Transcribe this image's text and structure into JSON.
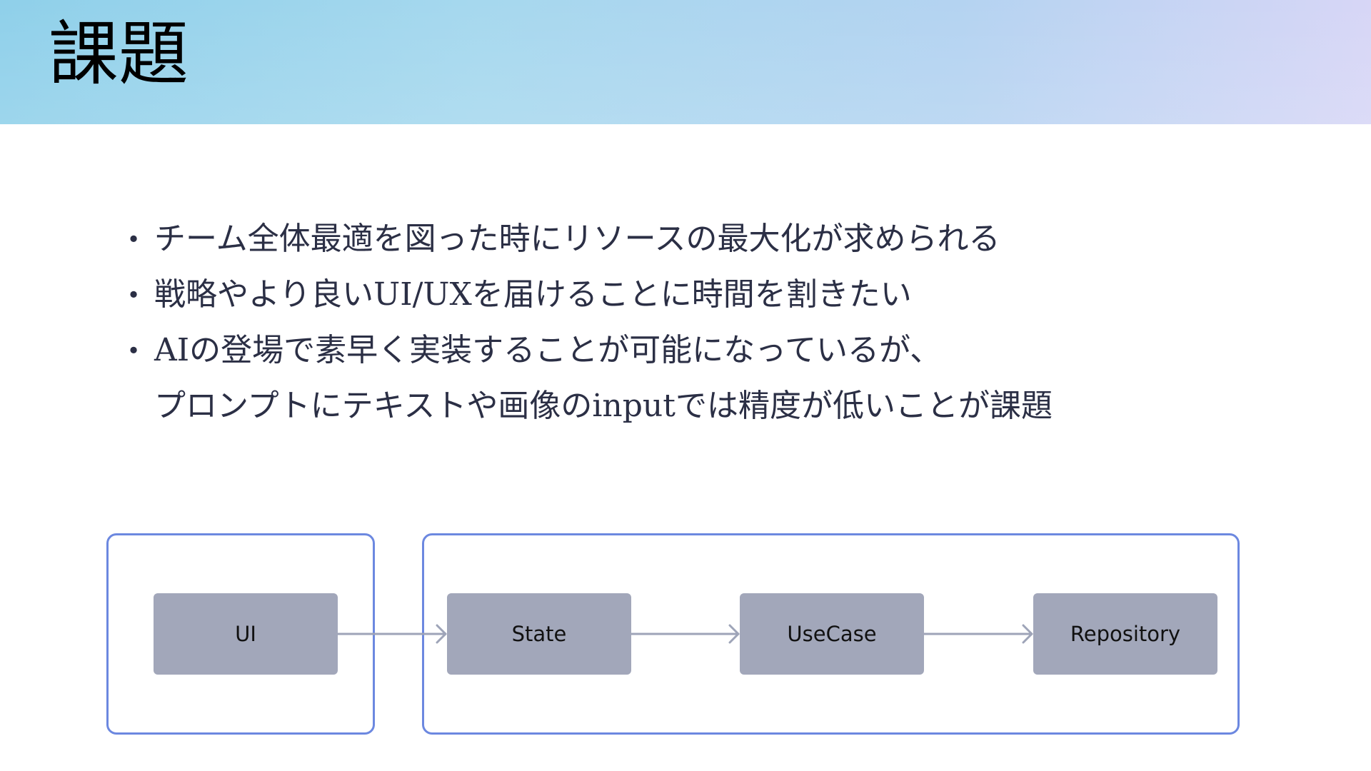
{
  "header": {
    "title": "課題"
  },
  "bullets": [
    {
      "lines": [
        "チーム全体最適を図った時にリソースの最大化が求められる"
      ]
    },
    {
      "lines": [
        "戦略やより良いUI/UXを届けることに時間を割きたい"
      ]
    },
    {
      "lines": [
        "AIの登場で素早く実装することが可能になっているが、",
        "プロンプトにテキストや画像のinputでは精度が低いことが課題"
      ]
    }
  ],
  "diagram": {
    "nodes": [
      "UI",
      "State",
      "UseCase",
      "Repository"
    ],
    "colors": {
      "group_border": "#6c88e0",
      "node_fill": "#a2a7ba",
      "arrow": "#9ea4b8"
    }
  }
}
